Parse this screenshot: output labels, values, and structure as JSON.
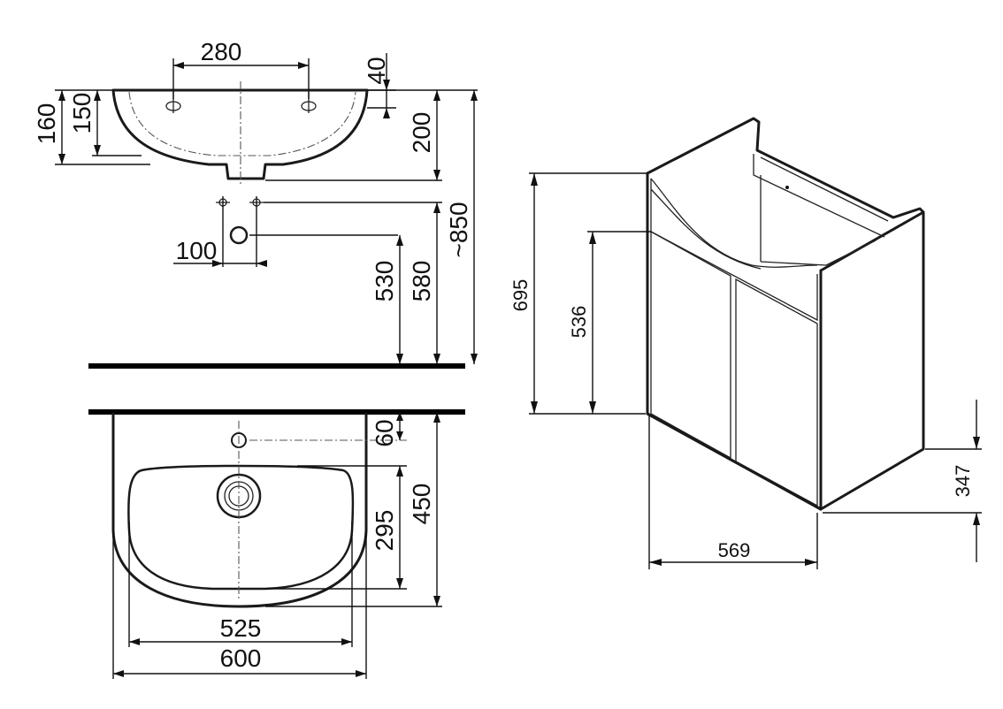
{
  "basin_side_view": {
    "dims": {
      "width_taps": "280",
      "tap_offset": "40",
      "height_160": "160",
      "height_150": "150",
      "height_200": "200",
      "total_850": "~850",
      "waste_spacing": "100",
      "height_530": "530",
      "height_580": "580"
    }
  },
  "basin_top_view": {
    "dims": {
      "depth_60": "60",
      "depth_295": "295",
      "depth_450": "450",
      "width_525": "525",
      "width_600": "600"
    }
  },
  "cabinet_view": {
    "dims": {
      "height_695": "695",
      "height_536": "536",
      "depth_347": "347",
      "width_569": "569"
    }
  }
}
